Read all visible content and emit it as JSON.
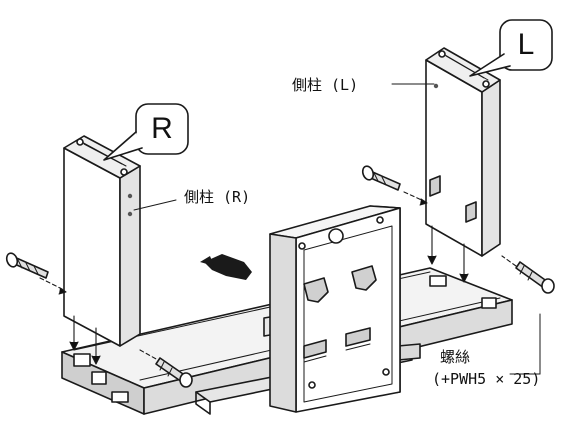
{
  "callouts": {
    "right": "R",
    "left": "L"
  },
  "labels": {
    "side_post_left": "側柱 (L)",
    "side_post_right": "側柱 (R)",
    "screw_title": "螺絲",
    "screw_spec": "(+PWH5 × 25)"
  }
}
